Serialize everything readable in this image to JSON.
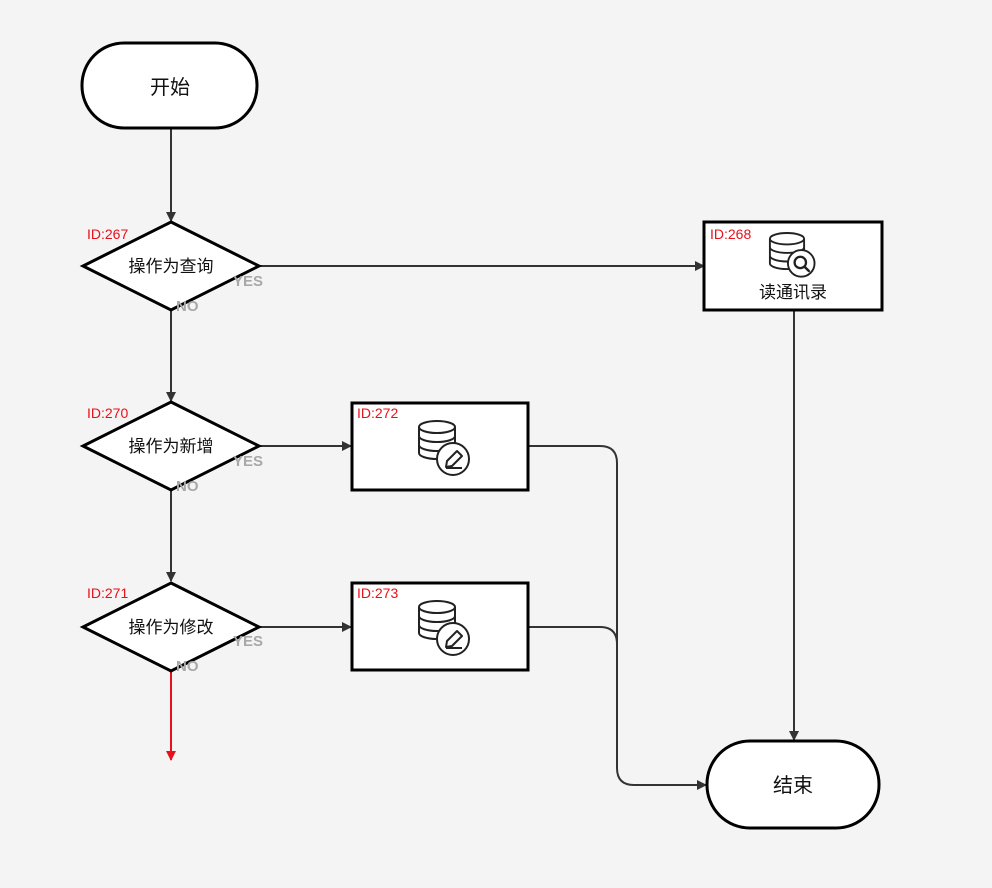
{
  "nodes": {
    "start": {
      "label": "开始"
    },
    "dec267": {
      "id_text": "ID:267",
      "label": "操作为查询",
      "yes": "YES",
      "no": "NO"
    },
    "dec270": {
      "id_text": "ID:270",
      "label": "操作为新增",
      "yes": "YES",
      "no": "NO"
    },
    "dec271": {
      "id_text": "ID:271",
      "label": "操作为修改",
      "yes": "YES",
      "no": "NO"
    },
    "act268": {
      "id_text": "ID:268",
      "label": "读通讯录",
      "icon": "database-search-icon"
    },
    "act272": {
      "id_text": "ID:272",
      "icon": "database-edit-icon"
    },
    "act273": {
      "id_text": "ID:273",
      "icon": "database-edit-icon"
    },
    "end": {
      "label": "结束"
    }
  },
  "colors": {
    "stroke": "#000000",
    "edge": "#333333",
    "id_text": "#e8101a",
    "open_branch": "#e8101a",
    "yes_no": "#a8a8a8",
    "background": "#f4f4f4"
  }
}
